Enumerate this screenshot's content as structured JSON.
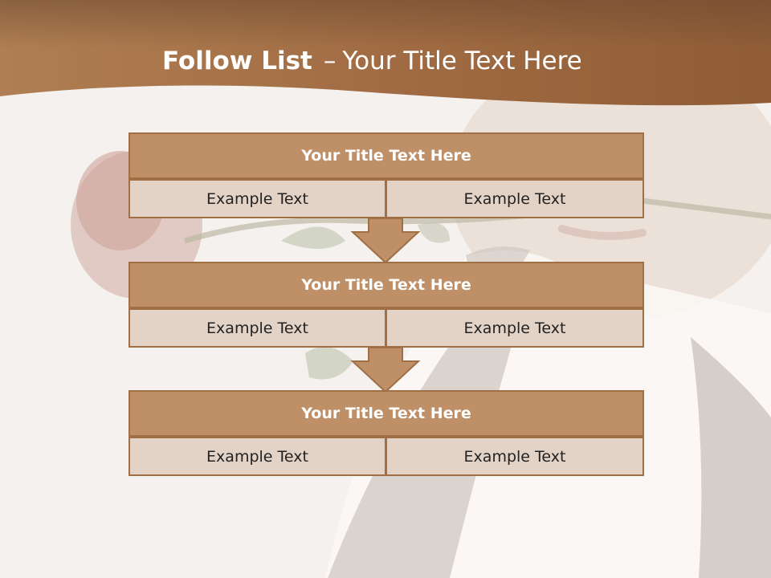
{
  "title": {
    "bold": "Follow List",
    "separator": "–",
    "rest": "Your Title Text Here"
  },
  "blocks": [
    {
      "title": "Your Title Text Here",
      "left": "Example Text",
      "right": "Example Text"
    },
    {
      "title": "Your Title Text Here",
      "left": "Example Text",
      "right": "Example Text"
    },
    {
      "title": "Your Title Text Here",
      "left": "Example Text",
      "right": "Example Text"
    }
  ],
  "colors": {
    "header_band": "#a36f44",
    "block_header": "#bf8f68",
    "block_cell": "#e3d3c6",
    "border": "#a06f44"
  }
}
